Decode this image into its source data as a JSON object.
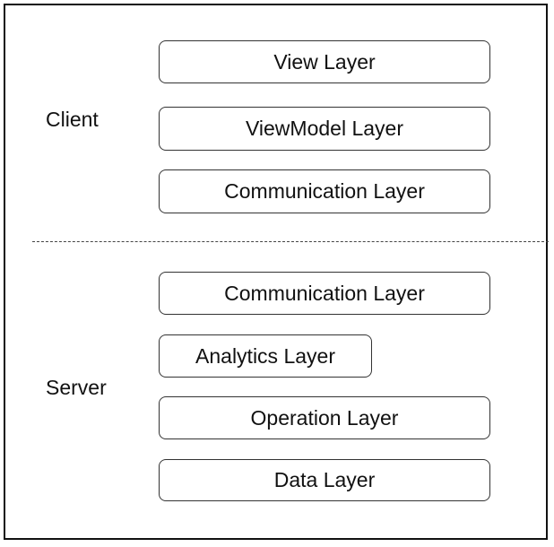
{
  "client": {
    "label": "Client",
    "layers": [
      "View Layer",
      "ViewModel Layer",
      "Communication Layer"
    ]
  },
  "server": {
    "label": "Server",
    "layers": [
      "Communication Layer",
      "Analytics Layer",
      "Operation Layer",
      "Data Layer"
    ]
  }
}
